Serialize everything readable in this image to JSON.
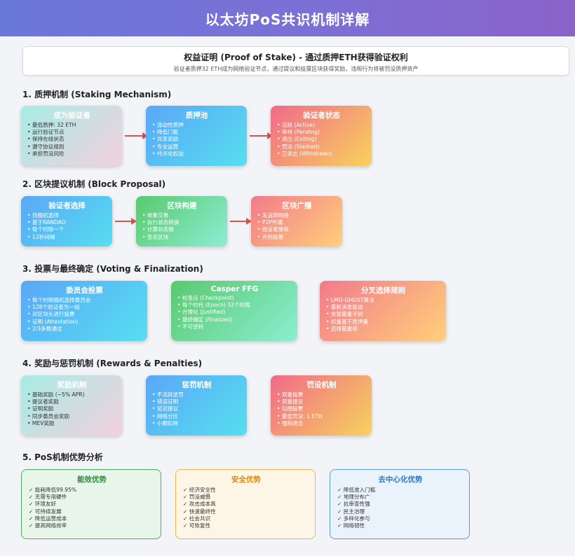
{
  "header": {
    "title": "以太坊PoS共识机制详解"
  },
  "intro": {
    "title": "权益证明 (Proof of Stake) - 通过质押ETH获得验证权利",
    "subtitle": "验证者质押32 ETH成为网络验证节点，通过提议和投票区块获得奖励，违规行为将被罚没质押资产"
  },
  "sections": {
    "s1": "1. 质押机制 (Staking Mechanism)",
    "s2": "2. 区块提议机制 (Block Proposal)",
    "s3": "3. 投票与最终确定 (Voting & Finalization)",
    "s4": "4. 奖励与惩罚机制 (Rewards & Penalties)",
    "s5": "5. PoS机制优势分析"
  },
  "staking": {
    "validator": {
      "title": "成为验证者",
      "items": [
        "最低质押: 32 ETH",
        "运行验证节点",
        "保持在线状态",
        "遵守协议规则",
        "承担罚没风险"
      ]
    },
    "pool": {
      "title": "质押池",
      "items": [
        "流动性质押",
        "降低门槛",
        "共享奖励",
        "专业运营",
        "代币化权益"
      ]
    },
    "status": {
      "title": "验证者状态",
      "items": [
        "活跃 (Active)",
        "等待 (Pending)",
        "退出 (Exiting)",
        "罚没 (Slashed)",
        "已退出 (Withdrawn)"
      ]
    }
  },
  "proposal": {
    "select": {
      "title": "验证者选择",
      "items": [
        "伪随机选择",
        "基于RANDAO",
        "每个时隙一个",
        "12秒间隔"
      ]
    },
    "build": {
      "title": "区块构建",
      "items": [
        "收集交易",
        "执行状态转换",
        "计算状态根",
        "签名区块"
      ]
    },
    "broadcast": {
      "title": "区块广播",
      "items": [
        "发送到网络",
        "P2P传播",
        "验证者接收",
        "开始投票"
      ]
    }
  },
  "voting": {
    "committee": {
      "title": "委员会投票",
      "items": [
        "每个时隙随机选择委员会",
        "128个验证者为一组",
        "对区块头进行投票",
        "证明 (Attestation)",
        "2/3多数通过"
      ]
    },
    "casper": {
      "title": "Casper FFG",
      "items": [
        "检查点 (Checkpoint)",
        "每个时代 (Epoch) 32个时隙",
        "合理化 (Justified)",
        "最终确定 (Finalized)",
        "不可逆转"
      ]
    },
    "fork": {
      "title": "分叉选择规则",
      "items": [
        "LMD-GHOST算法",
        "最新消息驱动",
        "贪婪最重子树",
        "权重基于质押量",
        "选择最重链"
      ]
    }
  },
  "rewards": {
    "reward": {
      "title": "奖励机制",
      "items": [
        "基础奖励 (~5% APR)",
        "提议者奖励",
        "证明奖励",
        "同步委员会奖励",
        "MEV奖励"
      ]
    },
    "penalty": {
      "title": "惩罚机制",
      "items": [
        "不活跃惩罚",
        "错误证明",
        "延迟提议",
        "网络分区",
        "小额扣除"
      ]
    },
    "slash": {
      "title": "罚没机制",
      "items": [
        "双重投票",
        "双重提议",
        "包围投票",
        "最低罚没: 1 ETH",
        "强制退出"
      ]
    }
  },
  "advantages": {
    "efficiency": {
      "title": "能效优势",
      "items": [
        "能耗降低99.95%",
        "无需专用硬件",
        "环境友好",
        "可持续发展",
        "降低运营成本",
        "提高网络效率"
      ]
    },
    "security": {
      "title": "安全优势",
      "items": [
        "经济安全性",
        "罚没威慑",
        "攻击成本高",
        "快速最终性",
        "社会共识",
        "可恢复性"
      ]
    },
    "decentral": {
      "title": "去中心化优势",
      "items": [
        "降低准入门槛",
        "地理分布广",
        "抗审查性强",
        "民主治理",
        "多样化参与",
        "网络韧性"
      ]
    }
  }
}
